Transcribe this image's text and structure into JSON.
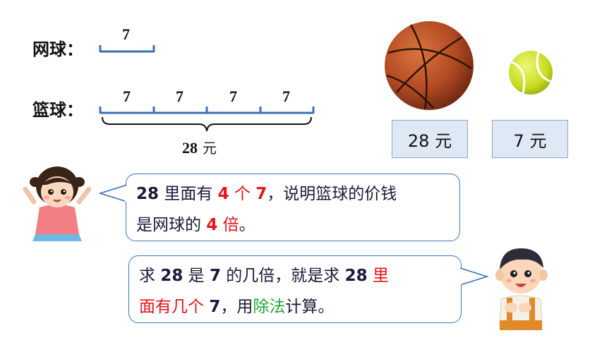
{
  "diagram": {
    "tennis_label": "网球：",
    "basketball_label": "篮球：",
    "tennis_segment": "7",
    "basketball_segments": [
      "7",
      "7",
      "7",
      "7"
    ],
    "total": "28",
    "total_unit": "元"
  },
  "prices": {
    "basketball": "28 元",
    "tennis": "7 元"
  },
  "girl_bubble": {
    "p1": "28",
    "p2": " 里面有 ",
    "p3": "4",
    "p4": " 个 ",
    "p5": "7",
    "p6": "，说明篮球的价钱",
    "p7": "是网球的 ",
    "p8": "4",
    "p9": " 倍",
    "p10": "。"
  },
  "boy_bubble": {
    "q1": "求 ",
    "q2": "28",
    "q3": " 是 ",
    "q4": "7",
    "q5": " 的几倍，就是求 ",
    "q6": "28",
    "q7": " 里",
    "q8": "面有几个 ",
    "q9": "7",
    "q10": "，用",
    "q11": "除法",
    "q12": "计算。"
  },
  "colors": {
    "accent_red": "#e8131b",
    "accent_green": "#1fa83a",
    "bubble_border": "#3a78b8",
    "bar_blue": "#3c6fb4"
  }
}
